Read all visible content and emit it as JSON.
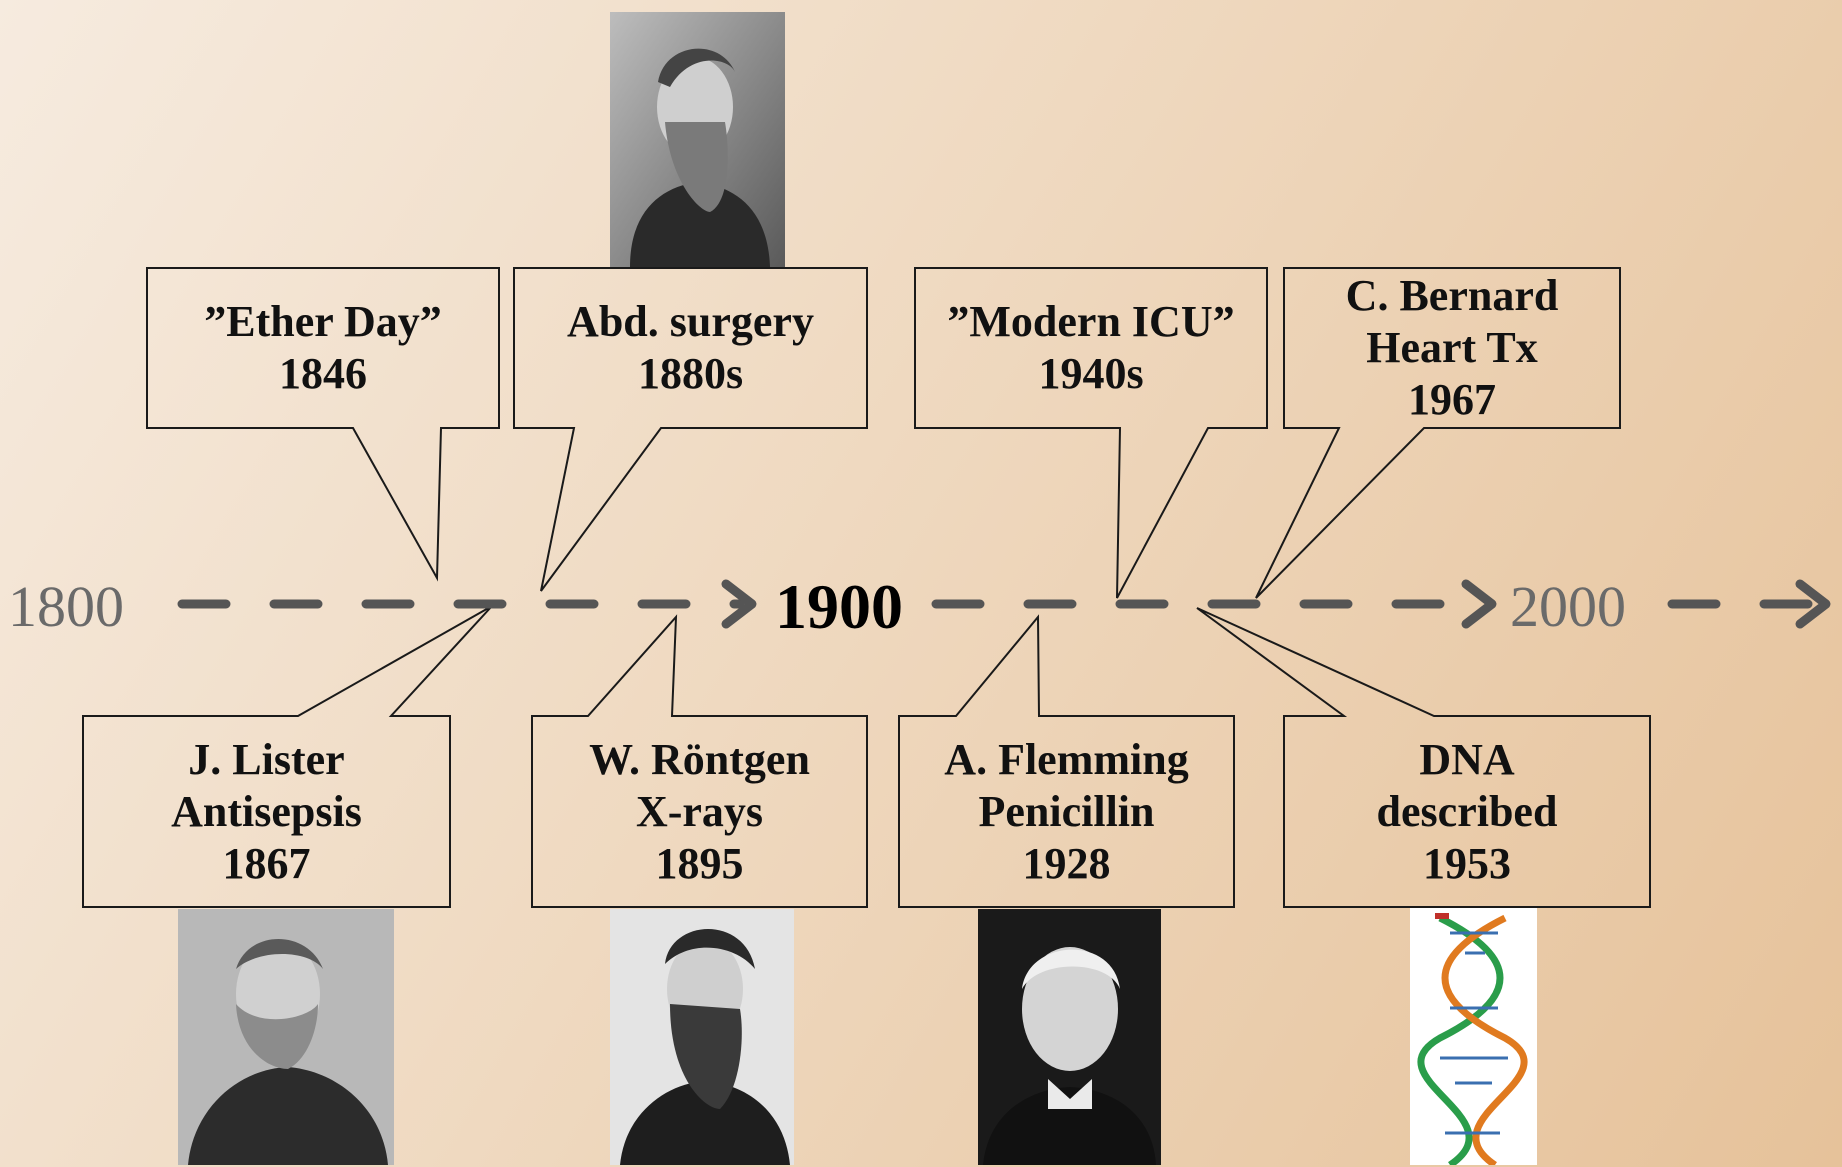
{
  "colors": {
    "axis": "#555555",
    "callout_stroke": "#1a1a1a",
    "minor_year": "#6a6a6a",
    "major_year": "#000000",
    "text": "#111111"
  },
  "axis_years": {
    "start": "1800",
    "middle": "1900",
    "end": "2000"
  },
  "events_top": [
    {
      "lines": [
        "”Ether Day”",
        "1846"
      ]
    },
    {
      "lines": [
        "Abd. surgery",
        "1880s"
      ],
      "photo": "portrait-bearded-man"
    },
    {
      "lines": [
        "”Modern ICU”",
        "1940s"
      ]
    },
    {
      "lines": [
        "C. Bernard",
        "Heart Tx",
        "1967"
      ]
    }
  ],
  "events_bottom": [
    {
      "lines": [
        "J. Lister",
        "Antisepsis",
        "1867"
      ],
      "photo": "portrait-lister"
    },
    {
      "lines": [
        "W. Röntgen",
        "X-rays",
        "1895"
      ],
      "photo": "portrait-rontgen"
    },
    {
      "lines": [
        "A. Flemming",
        "Penicillin",
        "1928"
      ],
      "photo": "portrait-fleming"
    },
    {
      "lines": [
        "DNA",
        "described",
        "1953"
      ],
      "photo": "dna-helix"
    }
  ]
}
